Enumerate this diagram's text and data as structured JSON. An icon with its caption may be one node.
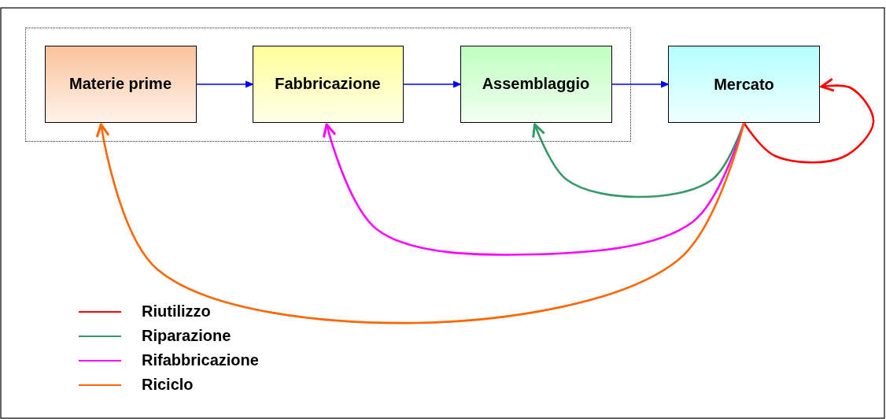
{
  "diagram": {
    "nodes": [
      {
        "text": [],
        "shape": "box"
      },
      {
        "text": [
          "Materie prime"
        ],
        "in": 0
      },
      {
        "text": [
          "Fabbricazione"
        ],
        "in": 0
      },
      {
        "text": [
          "Assemblaggio"
        ],
        "in": 0
      },
      {
        "text": [
          "Mercato"
        ]
      }
    ],
    "edges": [
      {
        "from": 1,
        "to": 2,
        "arrow": "to"
      },
      {
        "from": 2,
        "to": 3,
        "arrow": "to"
      },
      {
        "from": 3,
        "to": 4,
        "arrow": "to"
      },
      {
        "from": 4,
        "to": 4,
        "arrow": "to",
        "color": "#ff0000"
      },
      {
        "from": 4,
        "to": 3,
        "arrow": "to",
        "color": "#339966"
      },
      {
        "from": 4,
        "to": 2,
        "arrow": "to",
        "color": "#ff00ff"
      },
      {
        "from": 4,
        "to": 1,
        "arrow": "to",
        "color": "#ff6600"
      }
    ],
    "legend": [
      {
        "text": "Riutilizzo",
        "color": "#ff0000"
      },
      {
        "text": "Riparazione",
        "color": "#339966"
      },
      {
        "text": "Rifabbricazione",
        "color": "#ff00ff"
      },
      {
        "text": "Riciclo",
        "color": "#ff6600"
      }
    ]
  }
}
